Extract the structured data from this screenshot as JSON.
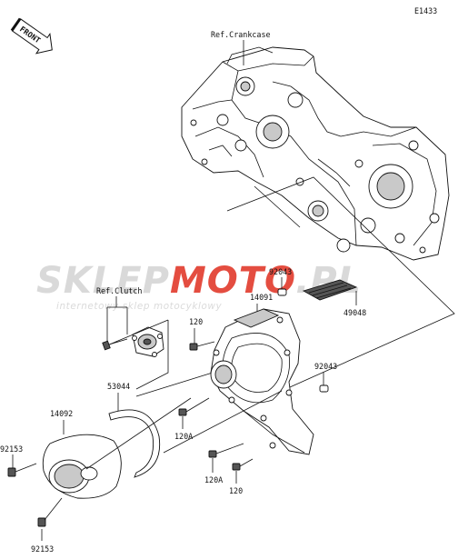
{
  "diagram_code": "E1433",
  "front_arrow_text": "FRONT",
  "watermark": {
    "brand_part1": "SKLEP",
    "brand_part2": "MOTO",
    "brand_part3": ".PL",
    "tagline": "internetowy sklep motocyklowy",
    "color_gray": "#d5d5d5",
    "color_red": "#e23a2c"
  },
  "callouts": {
    "ref_crankcase": "Ref.Crankcase",
    "ref_clutch": "Ref.Clutch",
    "p92043_top": "92043",
    "p14091": "14091",
    "p49048": "49048",
    "p120_top": "120",
    "p92043_right": "92043",
    "p53044": "53044",
    "p14092": "14092",
    "p92153_top": "92153",
    "p120A_left": "120A",
    "p120A_bottom": "120A",
    "p120_bottom": "120",
    "p92153_bottom": "92153"
  }
}
